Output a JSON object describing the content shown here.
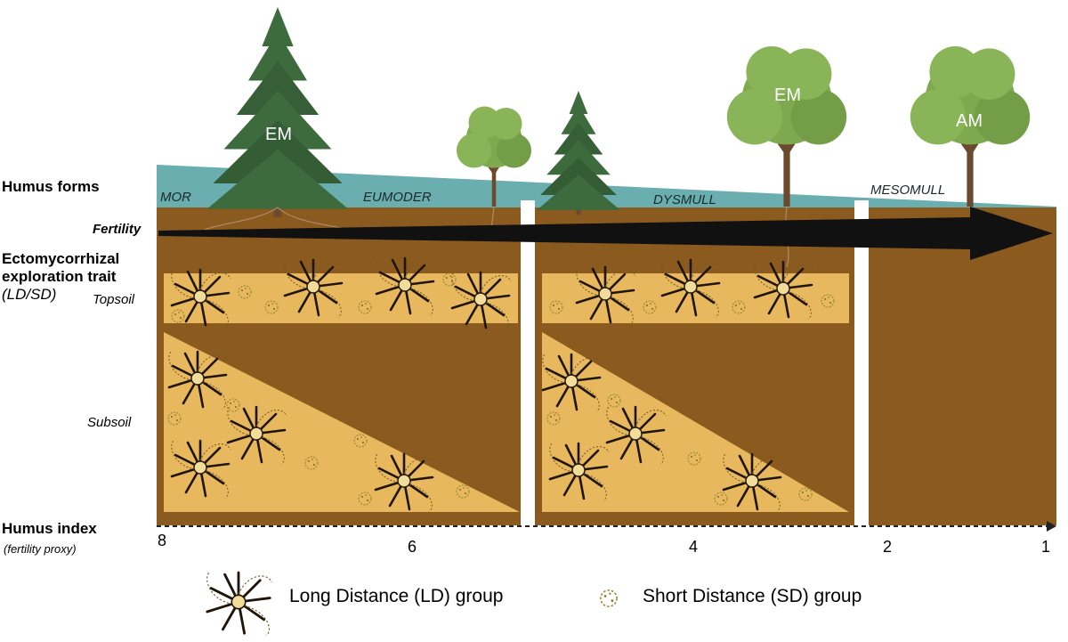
{
  "row_labels": {
    "humus_forms": "Humus forms",
    "fertility": "Fertility",
    "ecm_trait_line1": "Ectomycorrhizal",
    "ecm_trait_line2": "exploration trait",
    "ecm_trait_line3": "(LD/SD)",
    "topsoil": "Topsoil",
    "subsoil": "Subsoil",
    "humus_index": "Humus index",
    "humus_index_sub": "(fertility proxy)"
  },
  "humus_form_names": [
    "MOR",
    "EUMODER",
    "DYSMULL",
    "MESOMULL"
  ],
  "tree_labels": [
    "EM",
    "EM",
    "AM"
  ],
  "humus_index_ticks": [
    "8",
    "6",
    "4",
    "2",
    "1"
  ],
  "legend": {
    "ld": "Long Distance (LD) group",
    "sd": "Short Distance (SD) group"
  },
  "colors": {
    "soil": "#8a5a1e",
    "soil_dark": "#6e4412",
    "sand": "#e7b85e",
    "humus_layer": "#6aaeb0",
    "arrow": "#111111",
    "conifer": "#3d6b3e",
    "broadleaf": "#7fa94e",
    "trunk": "#6b4a2e"
  },
  "icons": {
    "ld": "long-distance-mycelium-icon",
    "sd": "short-distance-mycelium-icon"
  }
}
